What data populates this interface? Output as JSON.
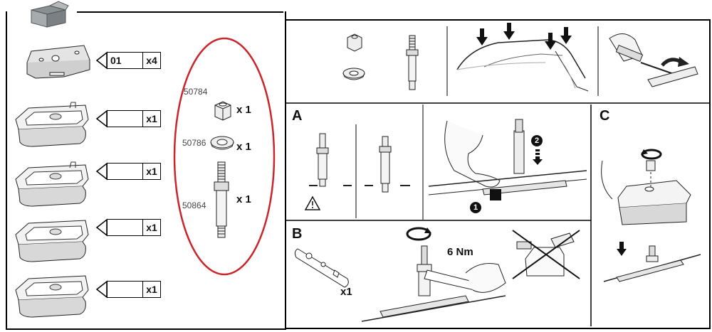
{
  "kit": {
    "rows": [
      {
        "code": "01",
        "count": "x4"
      },
      {
        "code": "",
        "count": "x1"
      },
      {
        "code": "",
        "count": "x1"
      },
      {
        "code": "",
        "count": "x1"
      },
      {
        "code": "",
        "count": "x1"
      }
    ]
  },
  "parts": [
    {
      "number": "50784",
      "qty": "x 1"
    },
    {
      "number": "50786",
      "qty": "x 1"
    },
    {
      "number": "50864",
      "qty": "x 1"
    }
  ],
  "steps": {
    "a": "A",
    "b": "B",
    "c": "C",
    "b_qty": "x1",
    "torque": "6 Nm",
    "marker1": "1",
    "marker2": "2"
  },
  "colors": {
    "highlight_oval": "#c8262c",
    "line": "#111111"
  }
}
